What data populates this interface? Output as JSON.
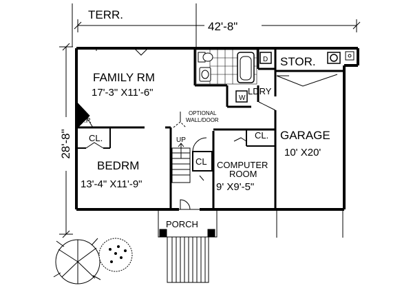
{
  "dimensions": {
    "overall_width": "42'-8\"",
    "overall_depth": "28'-8\""
  },
  "labels": {
    "terrace": "TERR.",
    "storage": "STOR.",
    "laundry": "LDRY",
    "washer": "W",
    "dryer": "D",
    "fireplace": "F.P.",
    "optional_wall_line1": "OPTIONAL",
    "optional_wall_line2": "WALL/DOOR",
    "stair_up": "UP",
    "porch": "PORCH"
  },
  "rooms": {
    "family_room": {
      "name": "FAMILY RM",
      "size": "17'-3\" X11'-6\""
    },
    "bedroom": {
      "name": "BEDRM",
      "size": "13'-4\" X11'-9\""
    },
    "computer_room": {
      "name_line1": "COMPUTER",
      "name_line2": "ROOM",
      "size": "9' X9'-5\""
    },
    "garage": {
      "name": "GARAGE",
      "size": "10' X20'"
    }
  },
  "closets": {
    "bedroom_closet": "CL.",
    "hall_closet": "CL",
    "computer_closet": "CL."
  },
  "colors": {
    "line": "#000000",
    "background": "#ffffff"
  }
}
